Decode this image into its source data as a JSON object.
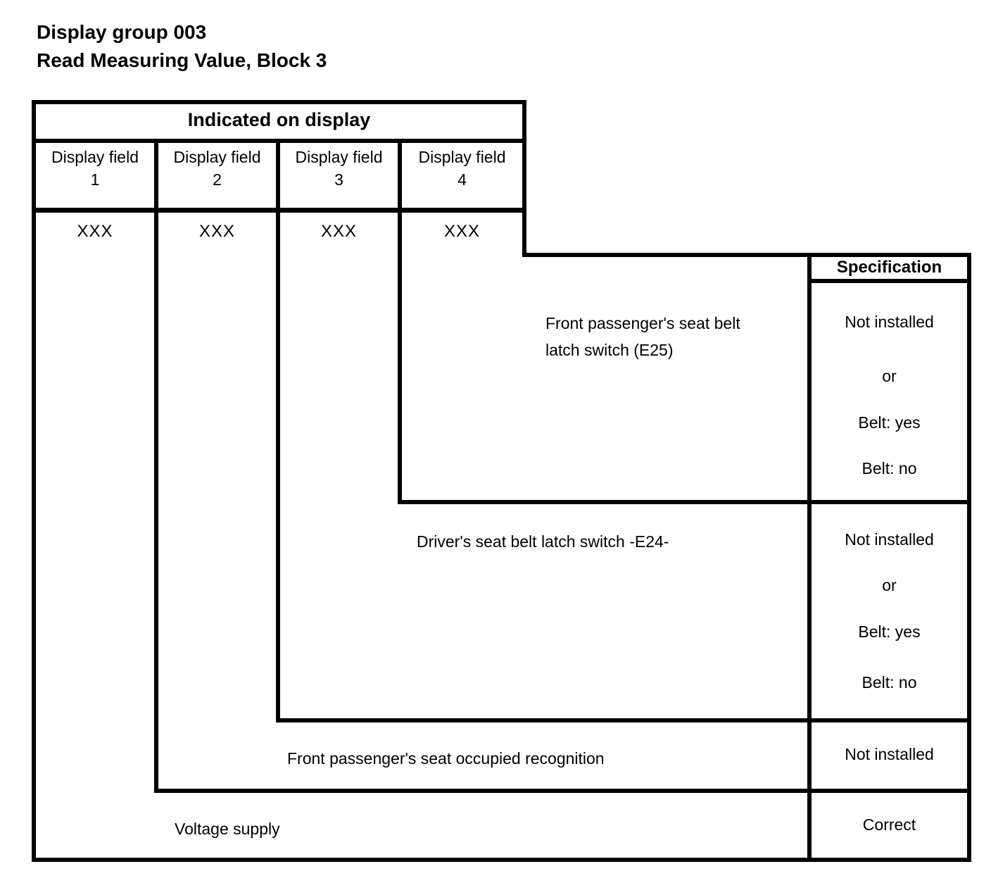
{
  "title": {
    "line1": "Display group 003",
    "line2": "Read Measuring Value, Block 3"
  },
  "table": {
    "indicated_header": "Indicated on display",
    "specification_header": "Specification",
    "display_fields": [
      {
        "label": "Display field",
        "number": "1",
        "value": "XXX"
      },
      {
        "label": "Display field",
        "number": "2",
        "value": "XXX"
      },
      {
        "label": "Display field",
        "number": "3",
        "value": "XXX"
      },
      {
        "label": "Display field",
        "number": "4",
        "value": "XXX"
      }
    ],
    "rows": [
      {
        "description": "Front passenger's seat belt latch switch (E25)",
        "specification": [
          "Not installed",
          "or",
          "Belt: yes",
          "Belt: no"
        ]
      },
      {
        "description": "Driver's seat belt latch switch -E24-",
        "specification": [
          "Not installed",
          "or",
          "Belt: yes",
          "Belt: no"
        ]
      },
      {
        "description": "Front passenger's seat occupied recognition",
        "specification": [
          "Not installed"
        ]
      },
      {
        "description": "Voltage supply",
        "specification": [
          "Correct"
        ]
      }
    ]
  }
}
